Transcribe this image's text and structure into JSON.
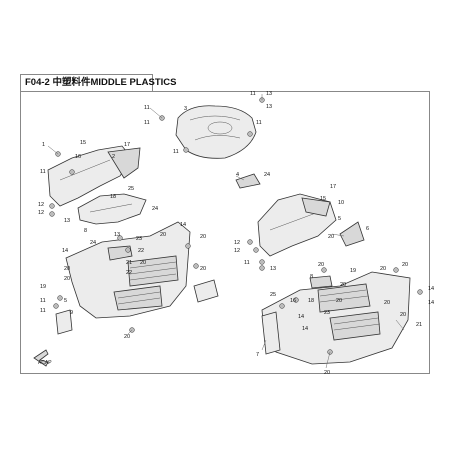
{
  "figure": {
    "title": "F04-2 中塑料件MIDDLE PLASTICS",
    "small_label": "ACAP"
  },
  "callouts": [
    {
      "id": "c1",
      "num": "1"
    },
    {
      "id": "c2",
      "num": "2"
    },
    {
      "id": "c3",
      "num": "3"
    },
    {
      "id": "c4",
      "num": "4"
    },
    {
      "id": "c5",
      "num": "5"
    },
    {
      "id": "c6",
      "num": "6"
    },
    {
      "id": "c7",
      "num": "7"
    },
    {
      "id": "c8",
      "num": "8"
    },
    {
      "id": "c9",
      "num": "9"
    },
    {
      "id": "c10",
      "num": "10"
    },
    {
      "id": "c11",
      "num": "11"
    },
    {
      "id": "c12",
      "num": "12"
    },
    {
      "id": "c13",
      "num": "13"
    },
    {
      "id": "c14",
      "num": "14"
    },
    {
      "id": "c15",
      "num": "15"
    },
    {
      "id": "c16",
      "num": "16"
    },
    {
      "id": "c17",
      "num": "17"
    },
    {
      "id": "c18",
      "num": "18"
    },
    {
      "id": "c19",
      "num": "19"
    },
    {
      "id": "c20",
      "num": "20"
    },
    {
      "id": "c21",
      "num": "21"
    },
    {
      "id": "c22",
      "num": "22"
    },
    {
      "id": "c23",
      "num": "23"
    },
    {
      "id": "c24",
      "num": "24"
    },
    {
      "id": "c25",
      "num": "25"
    }
  ]
}
